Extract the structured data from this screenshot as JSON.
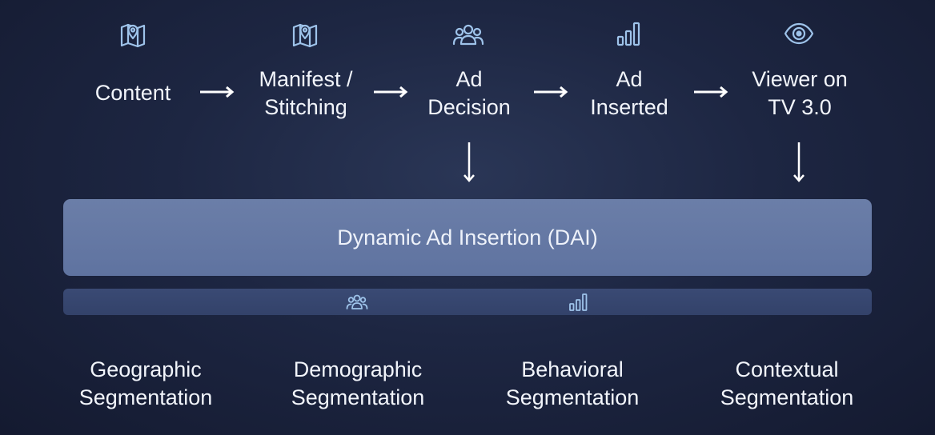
{
  "flow": {
    "steps": [
      {
        "line1": "Content",
        "line2": "",
        "icon": "map-pin-icon"
      },
      {
        "line1": "Manifest /",
        "line2": "Stitching",
        "icon": "map-pin-icon"
      },
      {
        "line1": "Ad",
        "line2": "Decision",
        "icon": "users-icon"
      },
      {
        "line1": "Ad",
        "line2": "Inserted",
        "icon": "bar-chart-icon"
      },
      {
        "line1": "Viewer on",
        "line2": "TV 3.0",
        "icon": "eye-icon"
      }
    ]
  },
  "dai": {
    "label": "Dynamic Ad Insertion (DAI)"
  },
  "segment_bar": {
    "icons": [
      "users-icon",
      "bar-chart-icon"
    ]
  },
  "segments": [
    {
      "line1": "Geographic",
      "line2": "Segmentation"
    },
    {
      "line1": "Demographic",
      "line2": "Segmentation"
    },
    {
      "line1": "Behavioral",
      "line2": "Segmentation"
    },
    {
      "line1": "Contextual",
      "line2": "Segmentation"
    }
  ],
  "colors": {
    "icon_stroke": "#9ec3ea",
    "dai_box": "#6b7ea8",
    "segment_bar": "#3a4a74"
  }
}
